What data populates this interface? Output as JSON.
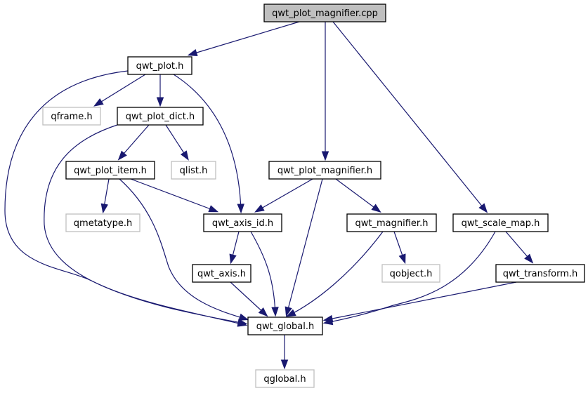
{
  "graph": {
    "type": "include-dependency-graph",
    "colors": {
      "edge": "#191970",
      "root_fill": "#bfbfbf",
      "node_border": "#000000",
      "external_border": "#bfbfbf",
      "external_text": "#000000"
    },
    "nodes": [
      {
        "id": "qwt_plot_magnifier_cpp",
        "label": "qwt_plot_magnifier.cpp",
        "kind": "root"
      },
      {
        "id": "qwt_plot_h",
        "label": "qwt_plot.h",
        "kind": "local"
      },
      {
        "id": "qframe_h",
        "label": "qframe.h",
        "kind": "external"
      },
      {
        "id": "qwt_plot_dict_h",
        "label": "qwt_plot_dict.h",
        "kind": "local"
      },
      {
        "id": "qwt_plot_item_h",
        "label": "qwt_plot_item.h",
        "kind": "local"
      },
      {
        "id": "qlist_h",
        "label": "qlist.h",
        "kind": "external"
      },
      {
        "id": "qwt_plot_magnifier_h",
        "label": "qwt_plot_magnifier.h",
        "kind": "local"
      },
      {
        "id": "qmetatype_h",
        "label": "qmetatype.h",
        "kind": "external"
      },
      {
        "id": "qwt_axis_id_h",
        "label": "qwt_axis_id.h",
        "kind": "local"
      },
      {
        "id": "qwt_magnifier_h",
        "label": "qwt_magnifier.h",
        "kind": "local"
      },
      {
        "id": "qwt_scale_map_h",
        "label": "qwt_scale_map.h",
        "kind": "local"
      },
      {
        "id": "qwt_axis_h",
        "label": "qwt_axis.h",
        "kind": "local"
      },
      {
        "id": "qobject_h",
        "label": "qobject.h",
        "kind": "external"
      },
      {
        "id": "qwt_transform_h",
        "label": "qwt_transform.h",
        "kind": "local"
      },
      {
        "id": "qwt_global_h",
        "label": "qwt_global.h",
        "kind": "local"
      },
      {
        "id": "qglobal_h",
        "label": "qglobal.h",
        "kind": "external"
      }
    ],
    "edges": [
      {
        "from": "qwt_plot_magnifier_cpp",
        "to": "qwt_plot_h"
      },
      {
        "from": "qwt_plot_magnifier_cpp",
        "to": "qwt_plot_magnifier_h"
      },
      {
        "from": "qwt_plot_magnifier_cpp",
        "to": "qwt_scale_map_h"
      },
      {
        "from": "qwt_plot_h",
        "to": "qframe_h"
      },
      {
        "from": "qwt_plot_h",
        "to": "qwt_plot_dict_h"
      },
      {
        "from": "qwt_plot_h",
        "to": "qwt_axis_id_h"
      },
      {
        "from": "qwt_plot_h",
        "to": "qwt_global_h"
      },
      {
        "from": "qwt_plot_dict_h",
        "to": "qwt_plot_item_h"
      },
      {
        "from": "qwt_plot_dict_h",
        "to": "qlist_h"
      },
      {
        "from": "qwt_plot_dict_h",
        "to": "qwt_global_h"
      },
      {
        "from": "qwt_plot_item_h",
        "to": "qmetatype_h"
      },
      {
        "from": "qwt_plot_item_h",
        "to": "qwt_axis_id_h"
      },
      {
        "from": "qwt_plot_item_h",
        "to": "qwt_global_h"
      },
      {
        "from": "qwt_plot_magnifier_h",
        "to": "qwt_axis_id_h"
      },
      {
        "from": "qwt_plot_magnifier_h",
        "to": "qwt_magnifier_h"
      },
      {
        "from": "qwt_plot_magnifier_h",
        "to": "qwt_global_h"
      },
      {
        "from": "qwt_axis_id_h",
        "to": "qwt_axis_h"
      },
      {
        "from": "qwt_axis_id_h",
        "to": "qwt_global_h"
      },
      {
        "from": "qwt_magnifier_h",
        "to": "qobject_h"
      },
      {
        "from": "qwt_magnifier_h",
        "to": "qwt_global_h"
      },
      {
        "from": "qwt_scale_map_h",
        "to": "qwt_transform_h"
      },
      {
        "from": "qwt_scale_map_h",
        "to": "qwt_global_h"
      },
      {
        "from": "qwt_axis_h",
        "to": "qwt_global_h"
      },
      {
        "from": "qwt_transform_h",
        "to": "qwt_global_h"
      },
      {
        "from": "qwt_global_h",
        "to": "qglobal_h"
      }
    ]
  }
}
